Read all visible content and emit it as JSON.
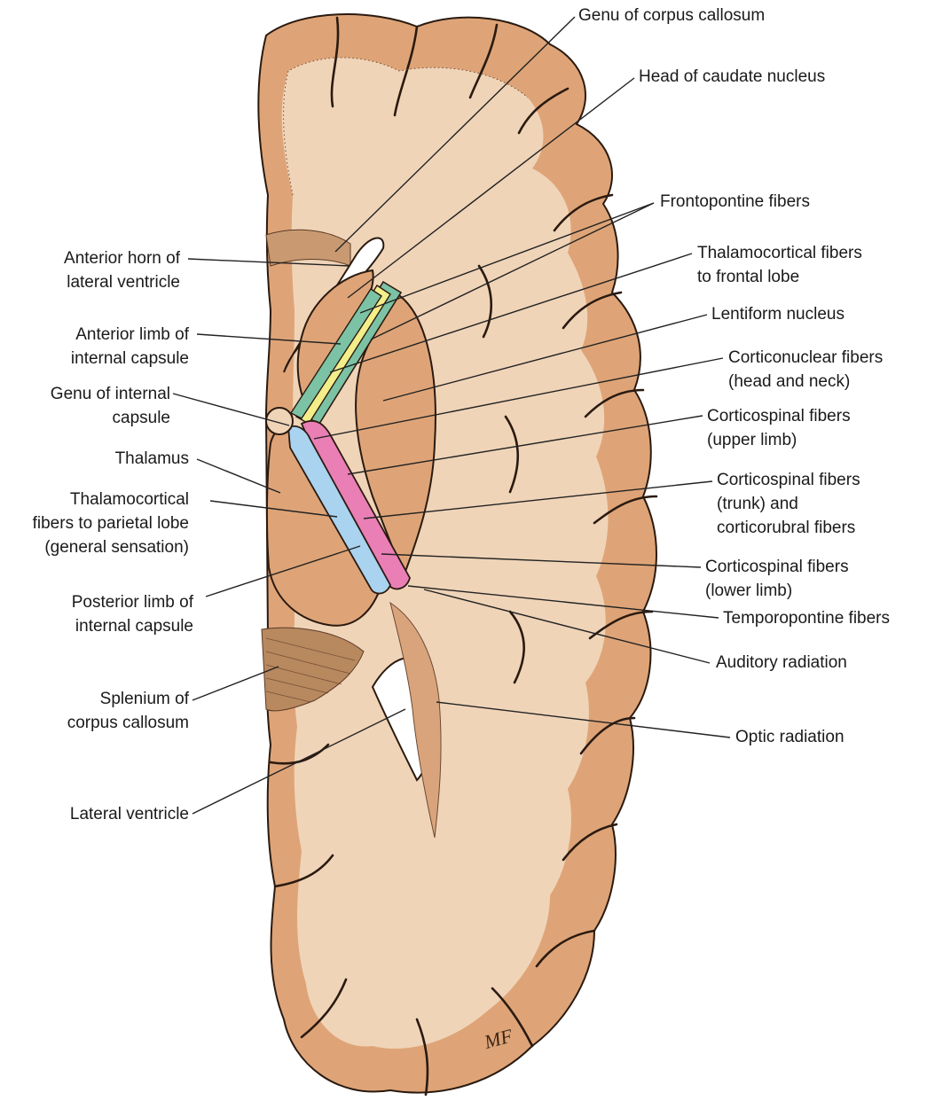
{
  "title": "",
  "colors": {
    "gray_matter": "#dea477",
    "white_matter": "#f0d4b8",
    "outline": "#2a1a10",
    "fiber_green": "#7cc2a4",
    "fiber_yellow": "#f4ee8a",
    "fiber_pink": "#ea7fb6",
    "fiber_blue": "#a9d3ef",
    "background": "#ffffff"
  },
  "labels": {
    "left": {
      "anterior_horn": "Anterior horn of\nlateral ventricle",
      "anterior_limb": "Anterior limb of\ninternal capsule",
      "genu_internal": "Genu of internal\ncapsule",
      "thalamus": "Thalamus",
      "thalamocortical_parietal": "Thalamocortical\nfibers to parietal lobe\n(general sensation)",
      "posterior_limb": "Posterior limb of\ninternal capsule",
      "splenium": "Splenium of\ncorpus callosum",
      "lateral_ventricle": "Lateral ventricle"
    },
    "right": {
      "genu_corpus": "Genu of corpus callosum",
      "head_caudate": "Head of caudate nucleus",
      "frontopontine": "Frontopontine fibers",
      "thalamocortical_frontal": "Thalamocortical fibers\nto frontal lobe",
      "lentiform": "Lentiform nucleus",
      "corticonuclear": "Corticonuclear fibers\n(head and neck)",
      "corticospinal_upper": "Corticospinal fibers\n(upper limb)",
      "corticospinal_trunk": "Corticospinal fibers\n(trunk) and\ncorticorubral fibers",
      "corticospinal_lower": "Corticospinal fibers\n(lower limb)",
      "temporopontine": "Temporopontine fibers",
      "auditory": "Auditory radiation",
      "optic": "Optic radiation"
    }
  },
  "signature": "MF"
}
